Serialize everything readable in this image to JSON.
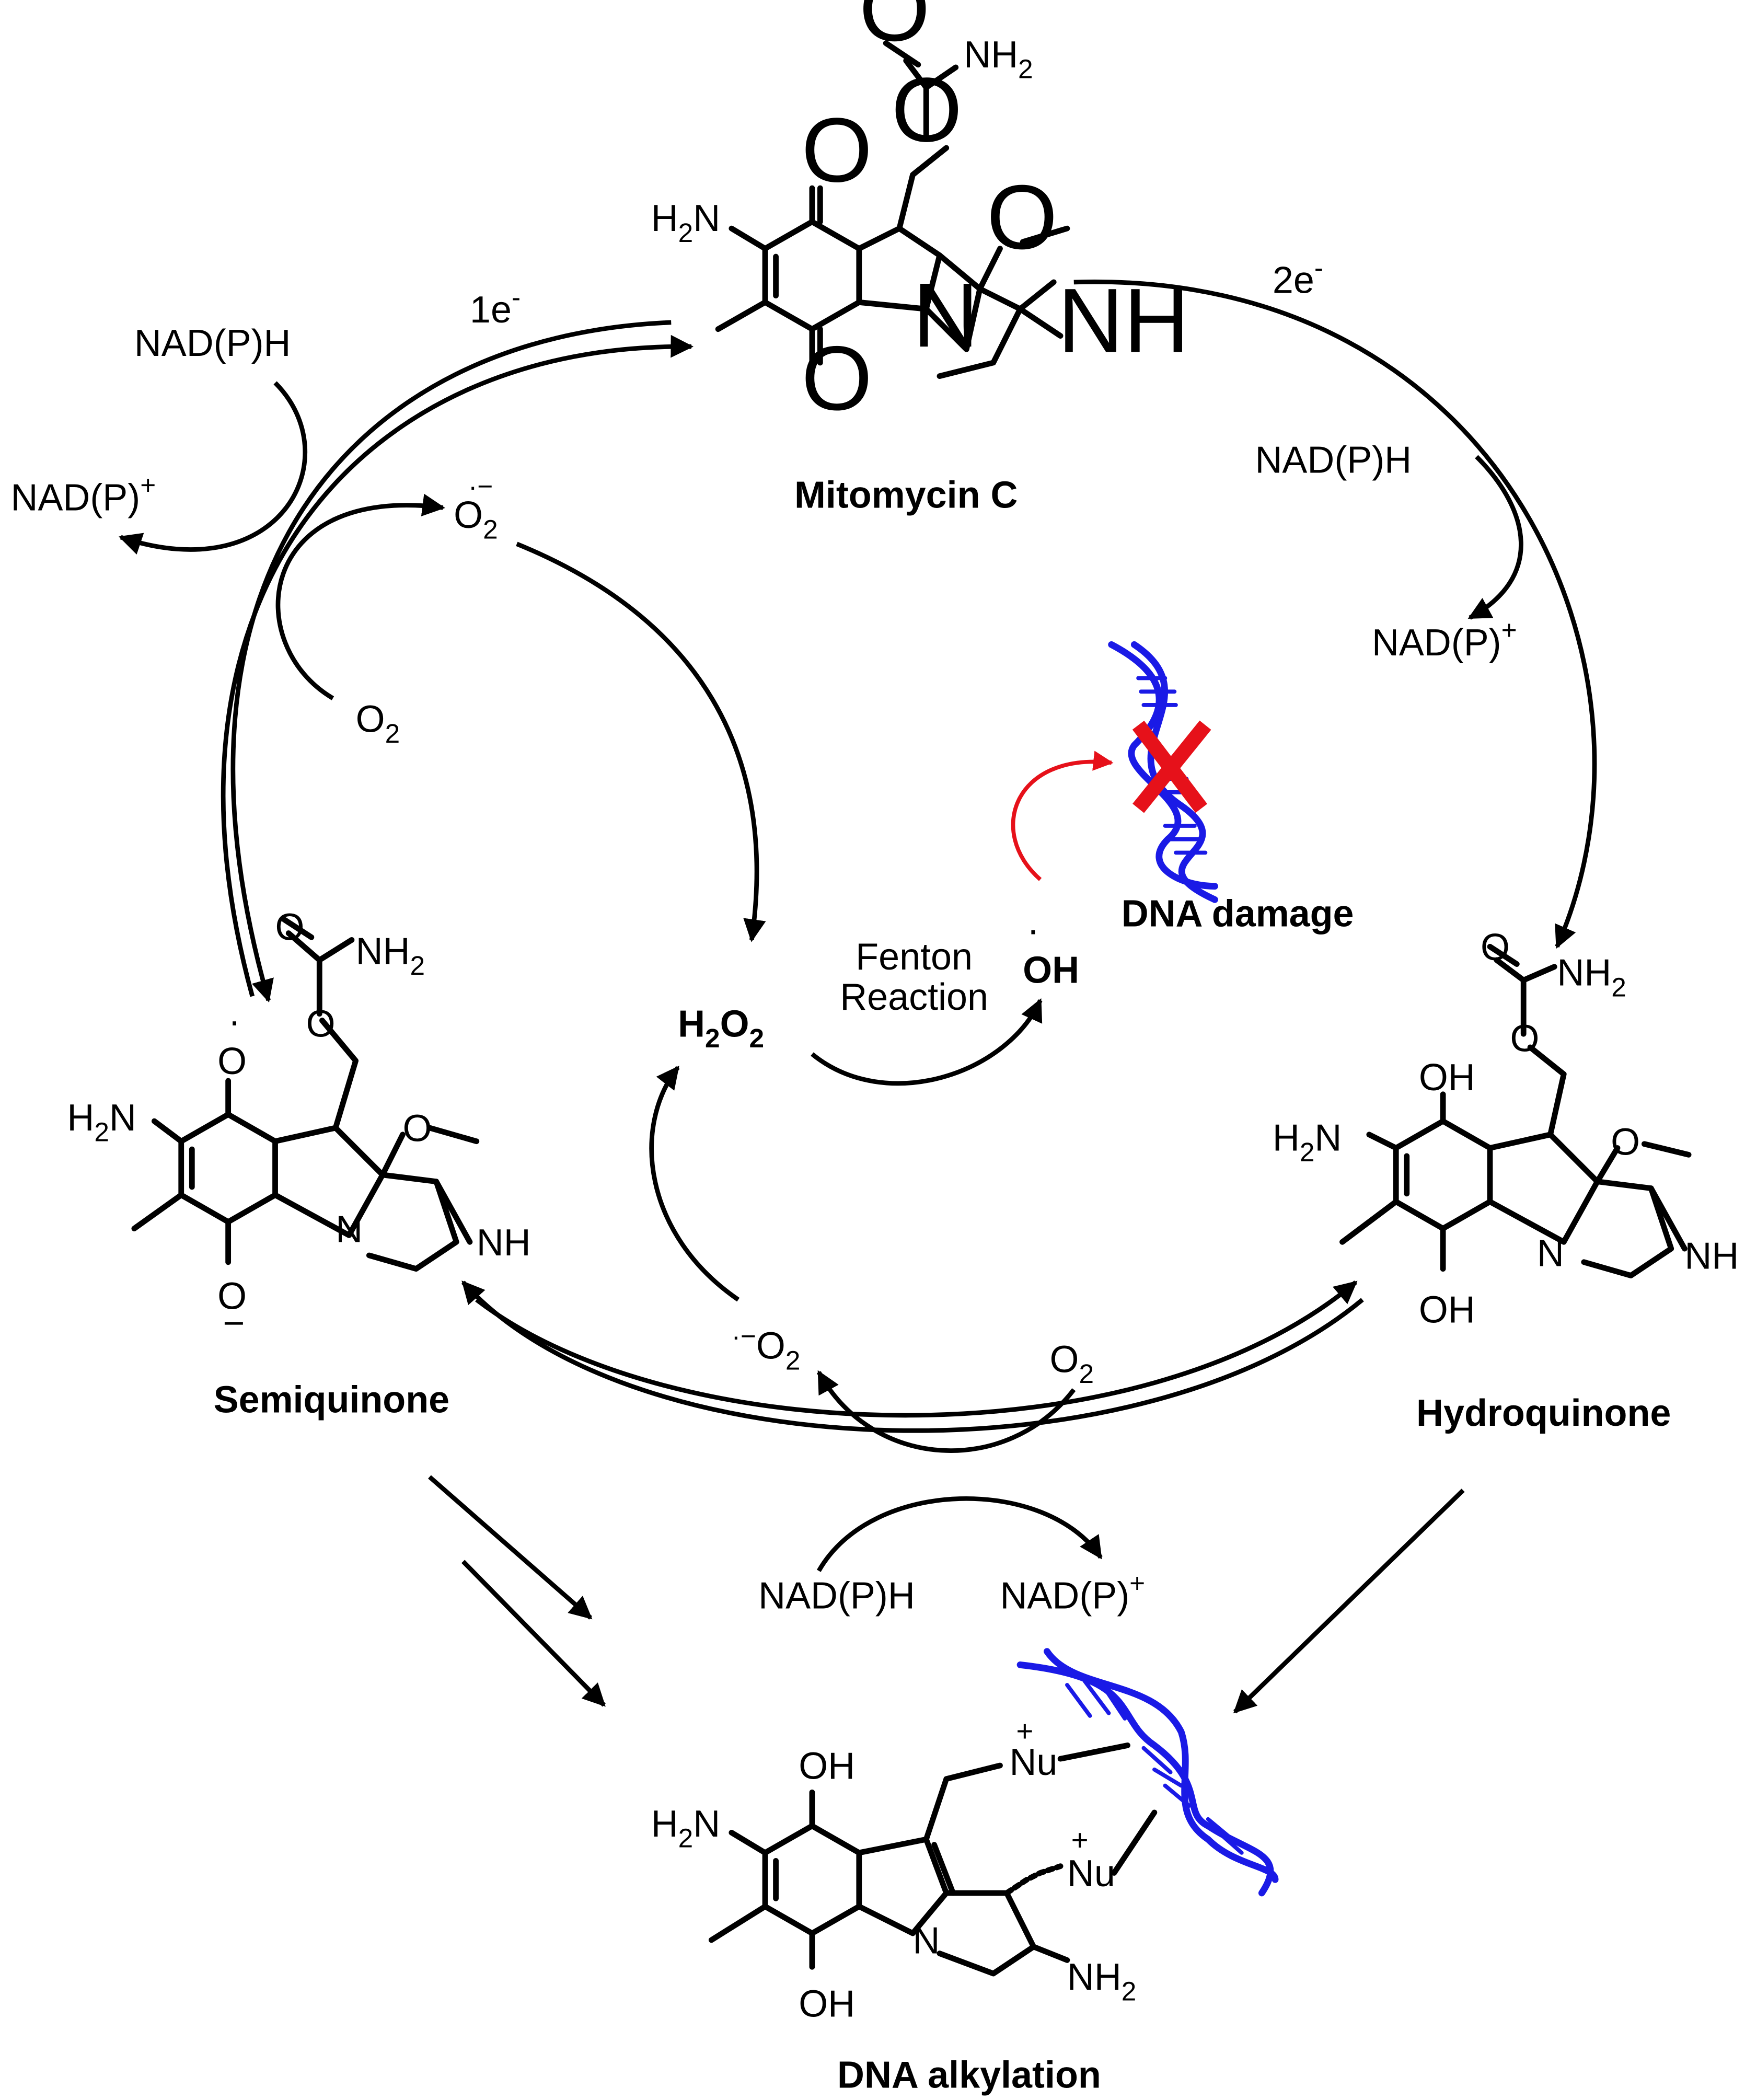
{
  "molecules": {
    "mitomycin": {
      "name": "Mitomycin C"
    },
    "semiquinone": {
      "name": "Semiquinone"
    },
    "hydroquinone": {
      "name": "Hydroquinone"
    },
    "alkylation": {
      "name": "DNA alkylation"
    }
  },
  "atoms": {
    "o": "O",
    "oh": "OH",
    "n": "N",
    "nh": "NH",
    "nu": "Nu",
    "nh2_main": "NH",
    "nh2_sub": "2",
    "h2n_main": "H",
    "h2n_sub": "2",
    "h2n_end": "N",
    "plus": "+",
    "minus": "−",
    "radical": "·"
  },
  "reagents": {
    "nadph": "NAD(P)H",
    "nadp_main": "NAD(P)",
    "nadp_sup": "+",
    "o2_main": "O",
    "o2_sub": "2",
    "superoxide_sup": "·−",
    "superoxide_prefix": "·−",
    "one_e": "1e",
    "two_e": "2e",
    "e_sup": "-"
  },
  "center": {
    "h2o2": [
      "H",
      "2",
      "O",
      "2"
    ],
    "fenton_line1": "Fenton",
    "fenton_line2": "Reaction",
    "oh_radical": "OH",
    "dna_damage": "DNA damage"
  },
  "colors": {
    "dna": "#1a1ae6",
    "damage_mark": "#e6111a",
    "damage_arrow": "#e6111a",
    "ink": "#000000"
  }
}
